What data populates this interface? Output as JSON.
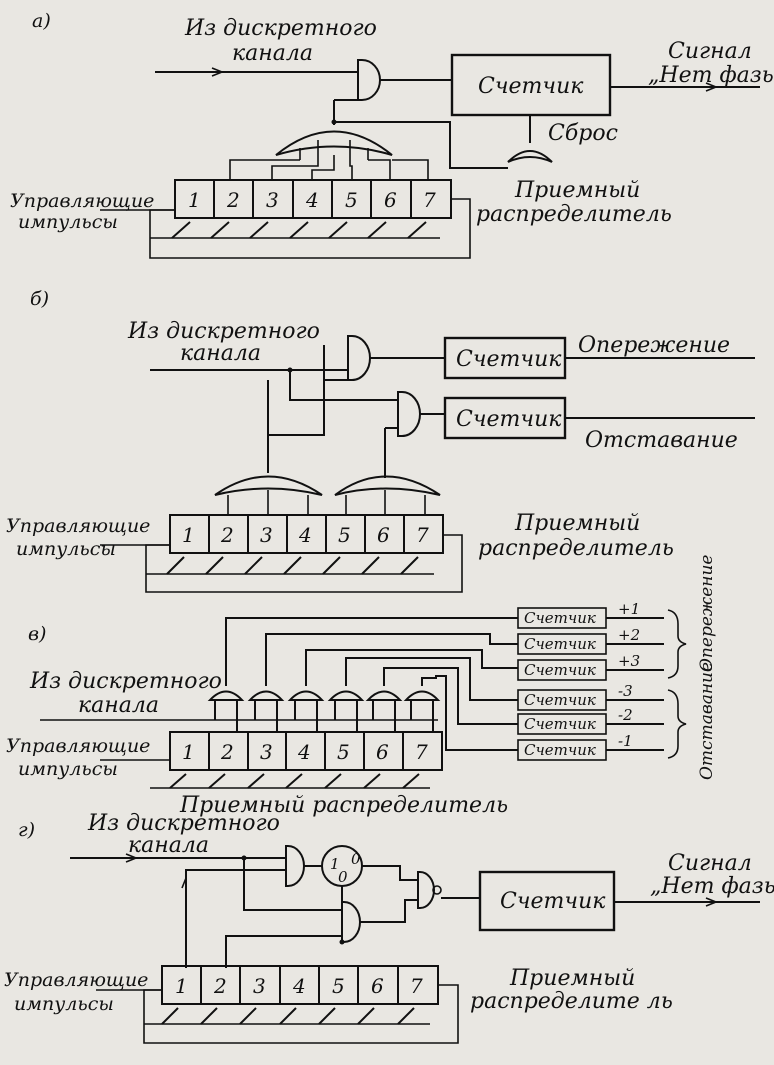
{
  "parts": {
    "a": {
      "letter": "а)",
      "input": [
        "Из дискретного",
        "канала"
      ],
      "counter": "Счетчик",
      "output": [
        "Сигнал",
        "„Нет фазы\""
      ],
      "reset": "Сброс",
      "control": [
        "Управляющие",
        "импульсы"
      ],
      "distributor": [
        "Приемный",
        "распределитель"
      ],
      "cells": [
        "1",
        "2",
        "3",
        "4",
        "5",
        "6",
        "7"
      ]
    },
    "b": {
      "letter": "б)",
      "input": [
        "Из дискретного",
        "канала"
      ],
      "counter1": "Счетчик",
      "counter2": "Счетчик",
      "out1": "Опережение",
      "out2": "Отставание",
      "control": [
        "Управляющие",
        "импульсы"
      ],
      "distributor": [
        "Приемный",
        "распределитель"
      ],
      "cells": [
        "1",
        "2",
        "3",
        "4",
        "5",
        "6",
        "7"
      ]
    },
    "c": {
      "letter": "в)",
      "input": [
        "Из дискретного",
        "канала"
      ],
      "counters": [
        "Счетчик",
        "Счетчик",
        "Счетчик",
        "Счетчик",
        "Счетчик",
        "Счетчик"
      ],
      "marks": [
        "+1",
        "+2",
        "+3",
        "-3",
        "-2",
        "-1"
      ],
      "lead": "Опережение",
      "lag": "Отставание",
      "control": [
        "Управляющие",
        "импульсы"
      ],
      "distributor": "Приемный распределитель",
      "cells": [
        "1",
        "2",
        "3",
        "4",
        "5",
        "6",
        "7"
      ]
    },
    "d": {
      "letter": "г)",
      "input": [
        "Из дискретного",
        "канала"
      ],
      "trigger": [
        "1",
        "0",
        "0"
      ],
      "counter": "Счетчик",
      "output": [
        "Сигнал",
        "„Нет фазы\""
      ],
      "control": [
        "Управляющие",
        "импульсы"
      ],
      "distributor": [
        "Приемный",
        "распределите ль"
      ],
      "cells": [
        "1",
        "2",
        "3",
        "4",
        "5",
        "6",
        "7"
      ]
    }
  }
}
